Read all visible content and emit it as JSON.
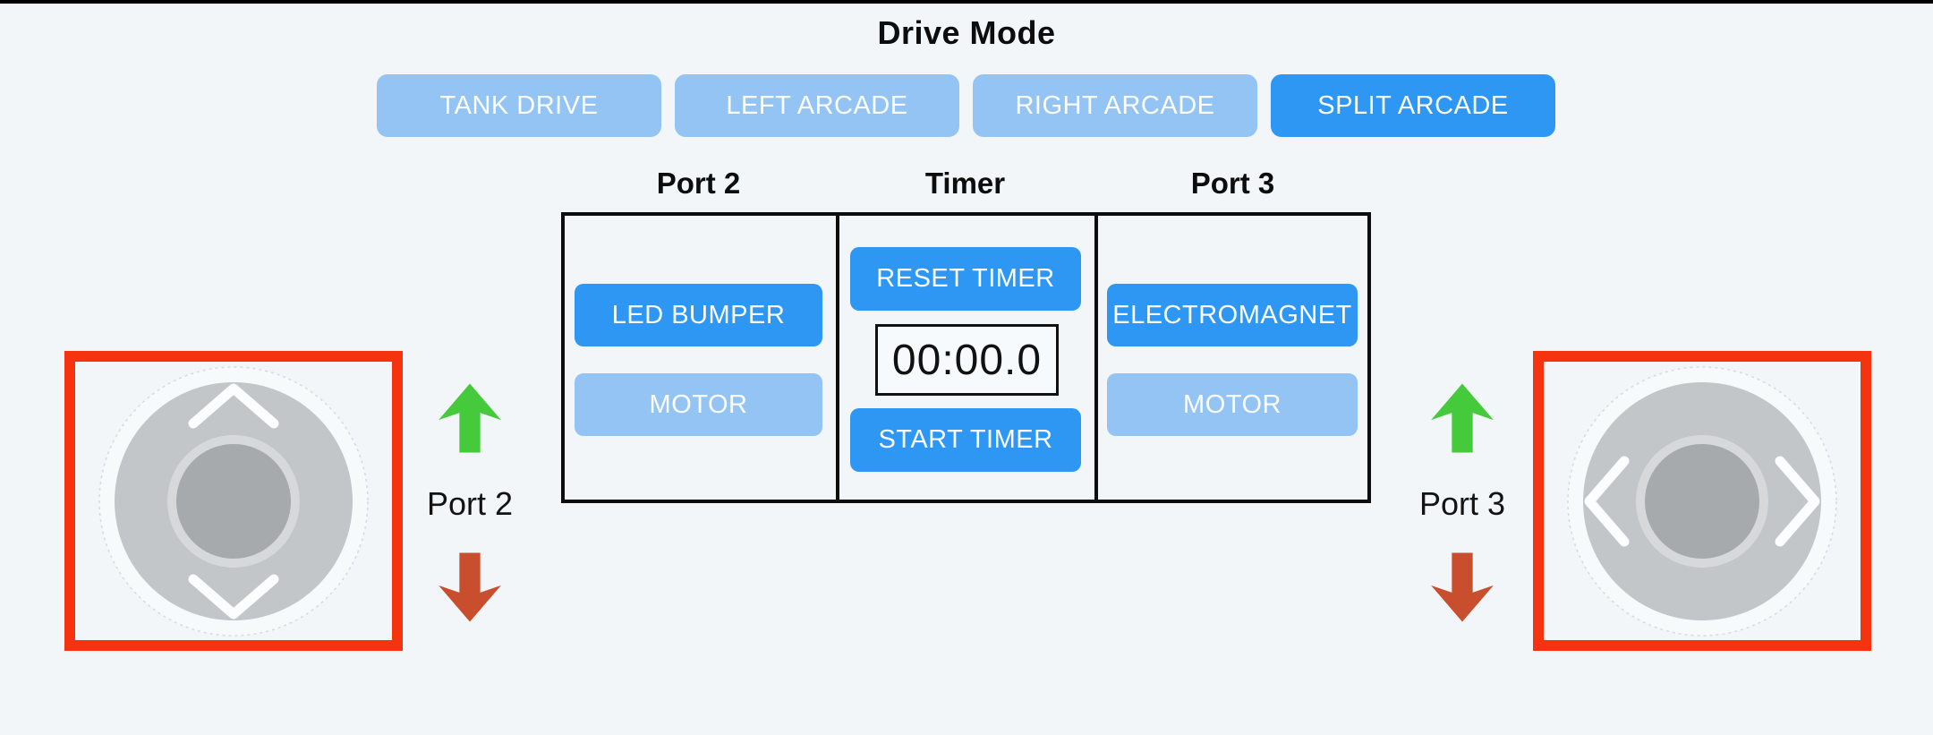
{
  "colors": {
    "page-bg": "#f2f6f9",
    "active-blue": "#2e96f3",
    "inactive-blue": "#93c4f3",
    "frame-red": "#f5330f",
    "arrow-green": "#44ca3b",
    "arrow-red": "#c94e2e",
    "table-border": "#0d0d0d"
  },
  "drive_mode": {
    "title": "Drive Mode",
    "options": [
      {
        "label": "TANK DRIVE",
        "active": false
      },
      {
        "label": "LEFT ARCADE",
        "active": false
      },
      {
        "label": "RIGHT ARCADE",
        "active": false
      },
      {
        "label": "SPLIT ARCADE",
        "active": true
      }
    ]
  },
  "board": {
    "port2": {
      "header": "Port 2",
      "buttons": [
        {
          "label": "LED BUMPER",
          "active": true
        },
        {
          "label": "MOTOR",
          "active": false
        }
      ]
    },
    "timer": {
      "header": "Timer",
      "reset_label": "RESET TIMER",
      "display": "00:00.0",
      "start_label": "START TIMER"
    },
    "port3": {
      "header": "Port 3",
      "buttons": [
        {
          "label": "ELECTROMAGNET",
          "active": true
        },
        {
          "label": "MOTOR",
          "active": false
        }
      ]
    }
  },
  "joysticks": {
    "left": {
      "port_label": "Port 2",
      "axis": "vertical"
    },
    "right": {
      "port_label": "Port 3",
      "axis": "horizontal"
    }
  }
}
